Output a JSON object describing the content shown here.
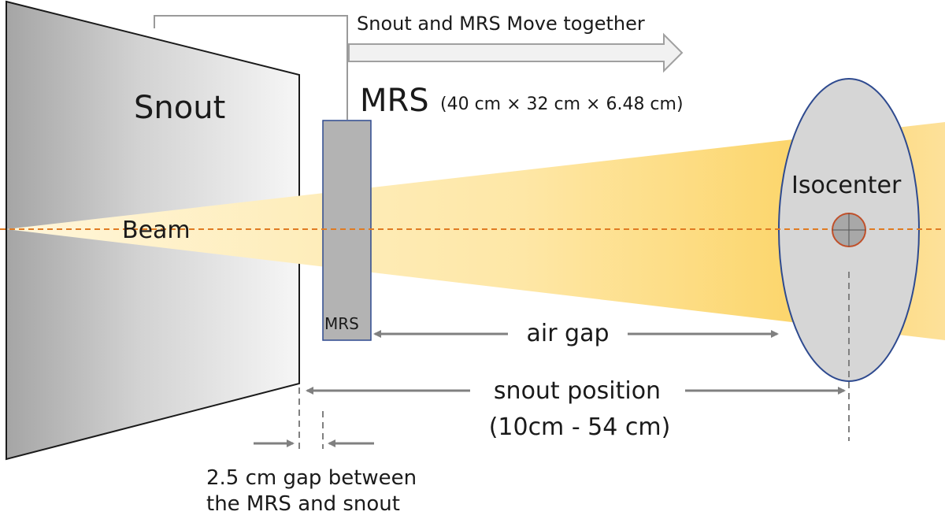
{
  "labels": {
    "snout": "Snout",
    "beam": "Beam",
    "mrs_title": "MRS",
    "mrs_dims": "(40 cm × 32 cm × 6.48 cm)",
    "mrs_inner": "MRS",
    "isocenter": "Isocenter",
    "move_together": "Snout and MRS Move together",
    "air_gap": "air gap",
    "snout_position": "snout position",
    "snout_range": "(10cm - 54 cm)",
    "gap_note_line1": "2.5 cm gap between",
    "gap_note_line2": "the MRS and snout"
  },
  "colors": {
    "beam": "#fcd56a",
    "beam_light": "#fff6da",
    "axis": "#e07b22",
    "snout_dark": "#a9a9a9",
    "snout_light": "#f4f4f4",
    "mrs_fill": "#b3b3b3",
    "mrs_border": "#2e4a8f",
    "patient_fill": "#d6d6d6",
    "patient_border": "#2e4a8f",
    "iso_fill": "#a8a8a8",
    "iso_border": "#c0502a",
    "arrow_gray": "#808080",
    "outline_arrow": "#a0a0a0"
  }
}
